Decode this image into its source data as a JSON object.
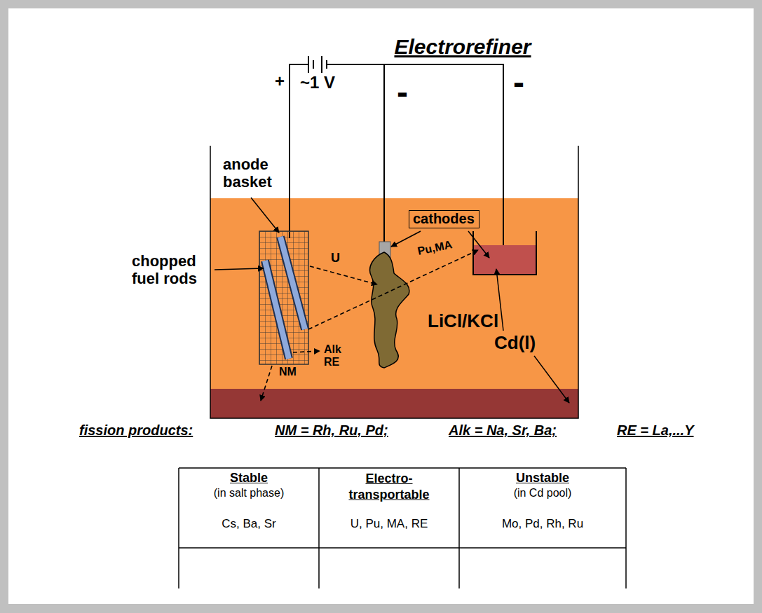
{
  "diagram": {
    "title": "Electrorefiner",
    "nodes": [
      {
        "text": [
          "LiCl/KCl"
        ]
      },
      {
        "text": [
          "cathodes"
        ],
        "in": 0
      }
    ],
    "labels": [
      "+",
      "~1 V",
      "-",
      "-",
      "anode basket",
      "chopped fuel rods",
      "U",
      "Pu,MA",
      "Alk RE",
      "NM",
      "Cd(l)",
      "fission products:",
      "NM = Rh, Ru, Pd;",
      "Alk = Na, Sr, Ba;",
      "RE = La,...Y",
      "Stable",
      "(in salt phase)",
      "Electro-transportable",
      "Unstable",
      "(in Cd pool)",
      "Cs, Ba, Sr",
      "U, Pu, MA, RE",
      "Mo, Pd, Rh, Ru"
    ]
  }
}
